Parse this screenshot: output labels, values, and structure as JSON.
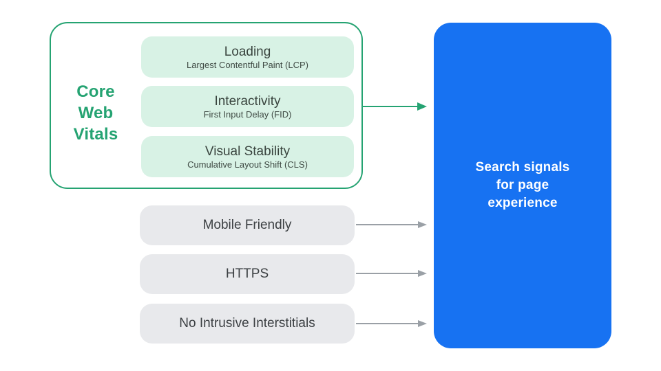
{
  "colors": {
    "green": "#25A372",
    "green_light": "#D8F2E5",
    "blue": "#1772F2",
    "gray_box": "#E8E9EC",
    "gray_arrow": "#9AA0A6",
    "text_dark": "#3C4043",
    "text_green_dark": "#39443E",
    "result_text": "#FFFFFF",
    "background": "#FFFFFF"
  },
  "core_web_vitals": {
    "label": "Core Web Vitals",
    "vitals": [
      {
        "title": "Loading",
        "subtitle": "Largest Contentful Paint (LCP)"
      },
      {
        "title": "Interactivity",
        "subtitle": "First Input Delay (FID)"
      },
      {
        "title": "Visual Stability",
        "subtitle": "Cumulative Layout Shift (CLS)"
      }
    ]
  },
  "other_signals": [
    {
      "label": "Mobile Friendly"
    },
    {
      "label": "HTTPS"
    },
    {
      "label": "No Intrusive Interstitials"
    }
  ],
  "result_box": {
    "label": "Search signals for page experience"
  }
}
